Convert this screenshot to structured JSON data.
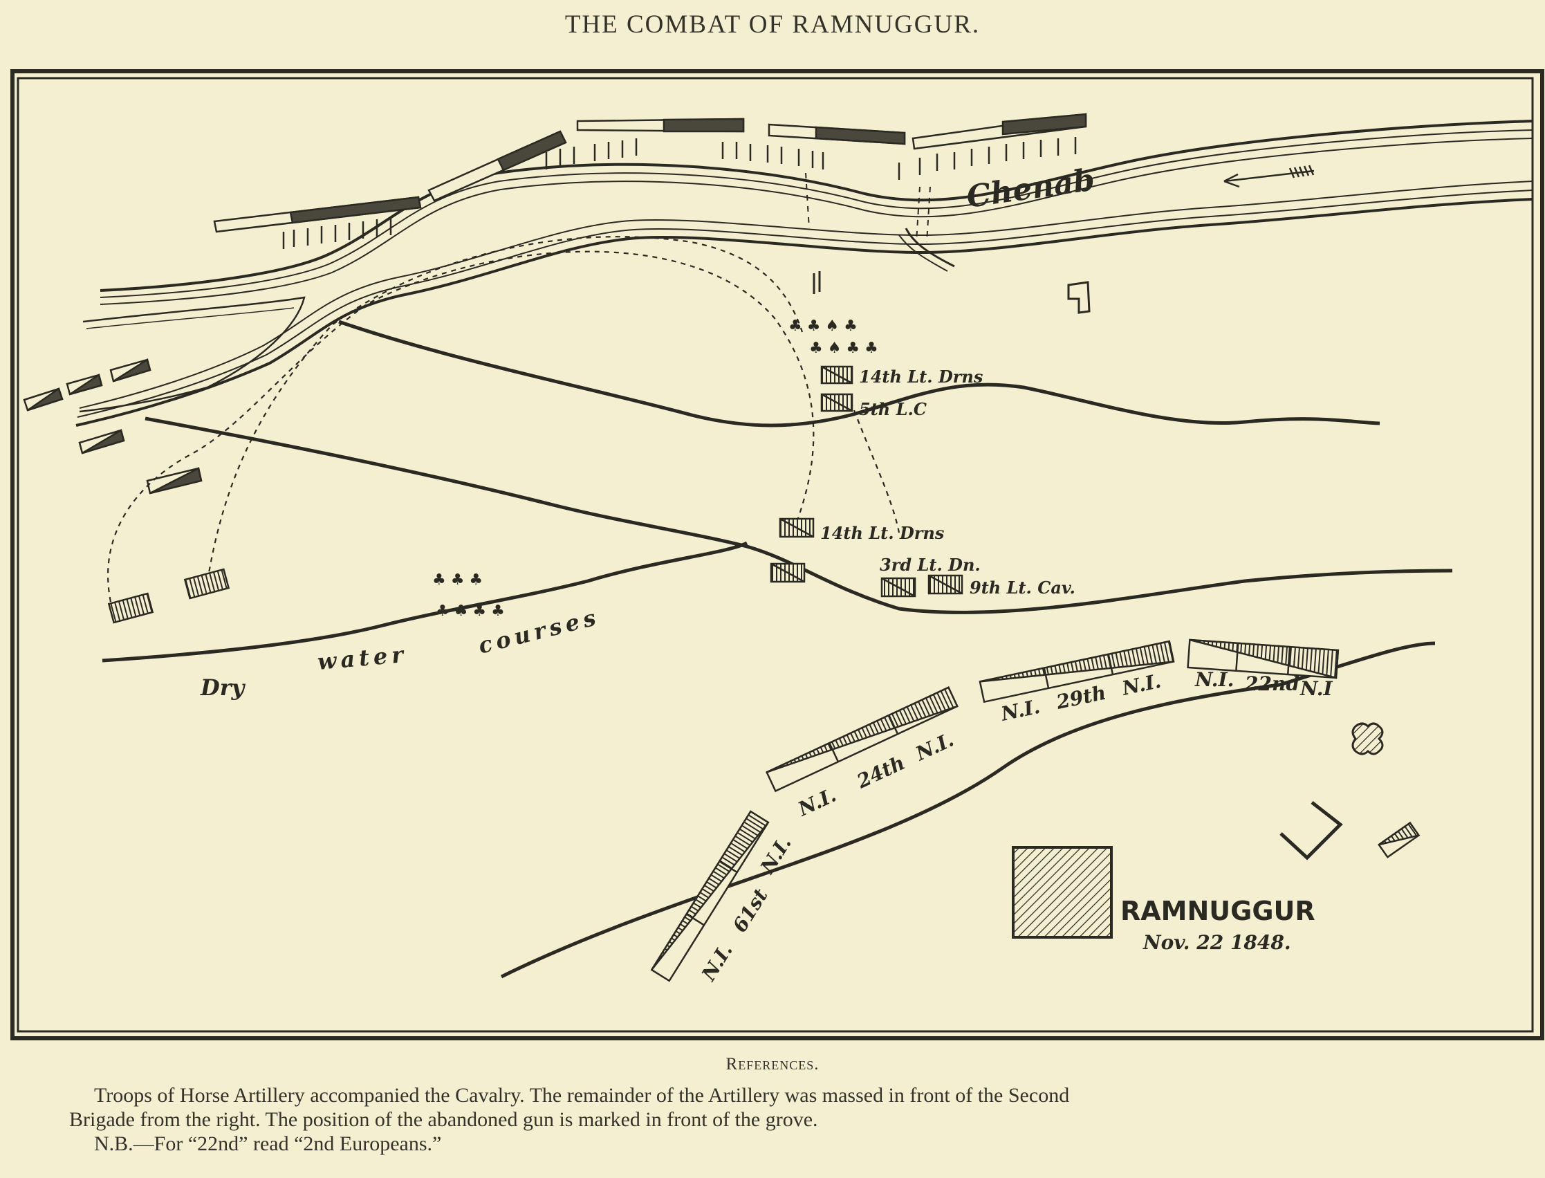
{
  "page": {
    "title": "THE COMBAT OF RAMNUGGUR."
  },
  "map": {
    "river_label": "Chenab",
    "dry_water_courses": [
      "Dry",
      "water",
      "courses"
    ],
    "town": {
      "name": "RAMNUGGUR",
      "date": "Nov. 22 1848."
    },
    "cavalry_labels": [
      "14th Lt. Drns",
      "5th L.C",
      "14th Lt. Drns",
      "3rd Lt. Dn.",
      "9th Lt. Cav."
    ],
    "infantry_labels": [
      {
        "left": "N.I.",
        "mid": "24th",
        "right": "N.I."
      },
      {
        "left": "N.I.",
        "mid": "29th",
        "right": "N.I."
      },
      {
        "left": "N.I.",
        "mid": "22nd",
        "right": "N.I"
      },
      {
        "left": "N.I.",
        "mid": "61st",
        "right": "N.I."
      }
    ],
    "colors": {
      "paper": "#f5efd2",
      "ink": "#2b2a22"
    }
  },
  "references": {
    "heading": "References.",
    "line1": "Troops of Horse Artillery accompanied the Cavalry.   The remainder of the Artillery was massed in front of the Second",
    "line2": "Brigade from the right.   The position of the abandoned gun is marked in front of the grove.",
    "line3": "N.B.—For “22nd” read “2nd Europeans.”"
  }
}
